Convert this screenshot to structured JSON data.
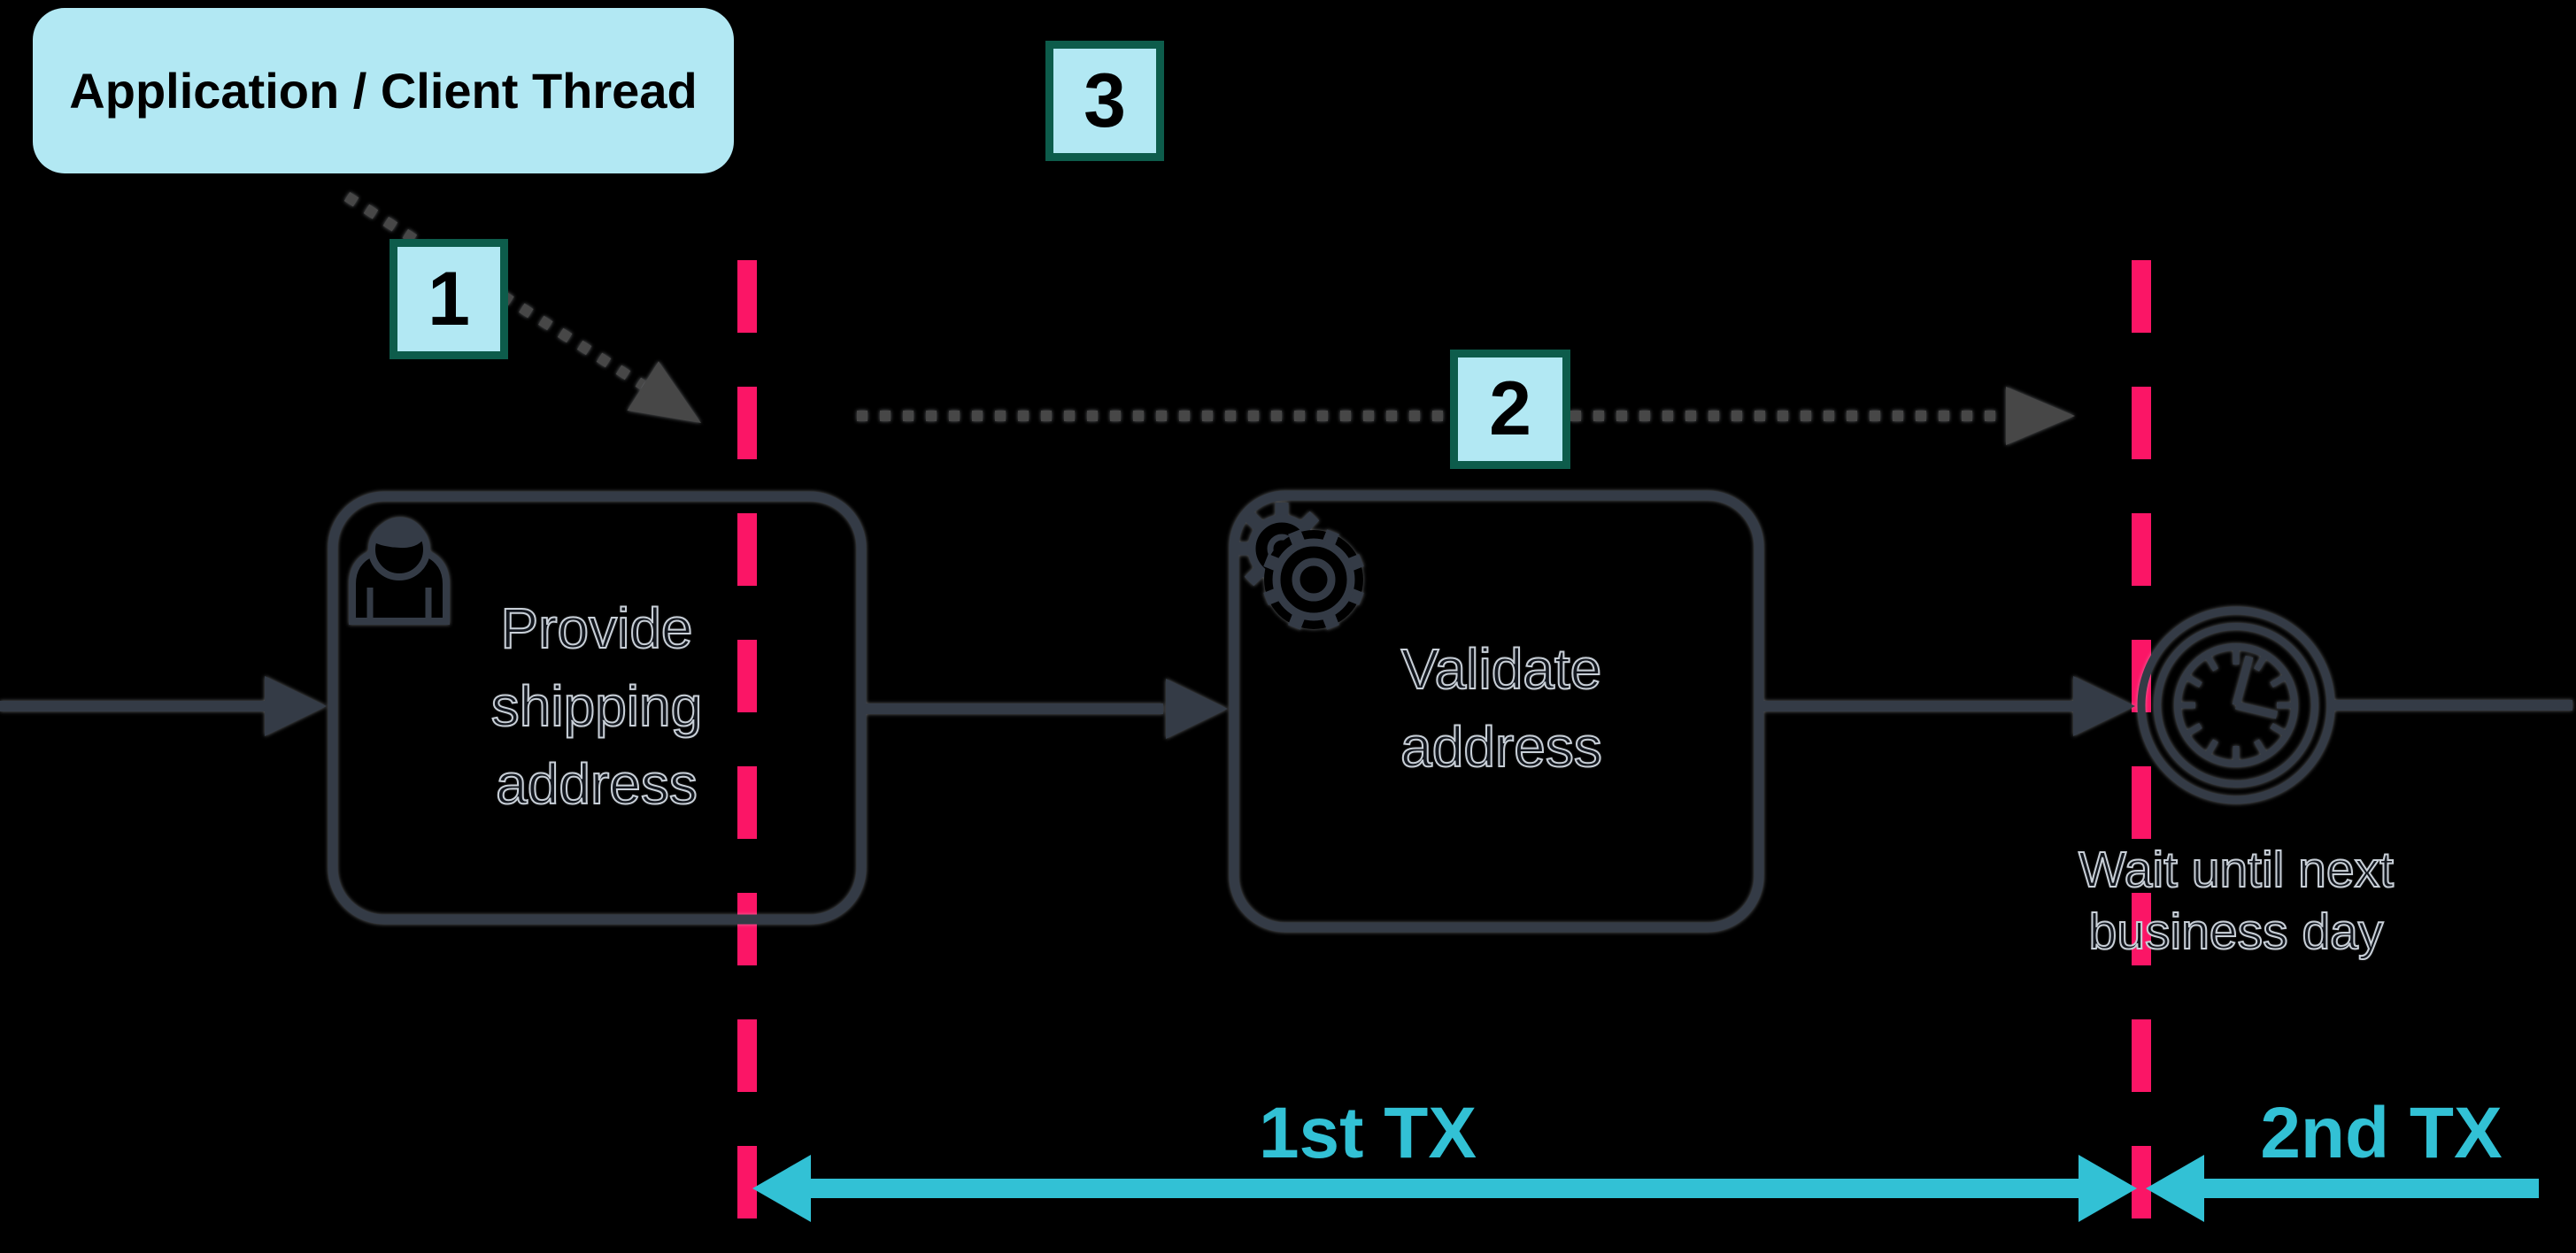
{
  "colors": {
    "bg": "#000000",
    "panel": "#b2e8f3",
    "badge_border": "#0d5c4b",
    "pink": "#fb1566",
    "cyan": "#32c1d5",
    "line": "#343b46",
    "dot": "#474747",
    "text_dark": "#12161d",
    "halo": "#c9d0d8",
    "label_black": "#000000"
  },
  "legend": {
    "app_thread": "Application / Client Thread"
  },
  "badges": [
    {
      "label": "1"
    },
    {
      "label": "2"
    },
    {
      "label": "3"
    }
  ],
  "tasks": [
    {
      "label": "Provide shipping address",
      "icon": "user-icon"
    },
    {
      "label": "Validate address",
      "icon": "gear-icon"
    }
  ],
  "timer": {
    "label": "Wait until next business day",
    "icon": "clock-icon"
  },
  "transactions": [
    {
      "label": "1st TX"
    },
    {
      "label": "2nd TX"
    }
  ]
}
